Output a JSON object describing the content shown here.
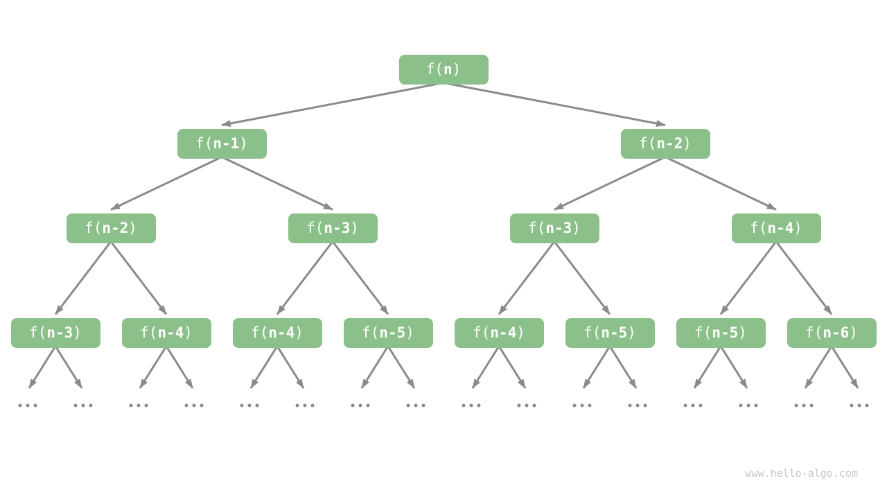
{
  "diagram": {
    "type": "recursion-tree",
    "node_labels_by_level": [
      [
        "f(n)"
      ],
      [
        "f(n-1)",
        "f(n-2)"
      ],
      [
        "f(n-2)",
        "f(n-3)",
        "f(n-3)",
        "f(n-4)"
      ],
      [
        "f(n-3)",
        "f(n-4)",
        "f(n-4)",
        "f(n-5)",
        "f(n-4)",
        "f(n-5)",
        "f(n-5)",
        "f(n-6)"
      ]
    ],
    "leaf_ellipsis": "...",
    "colors": {
      "node_fill": "#8cc08a",
      "node_text": "#ffffff",
      "arrow": "#8a8a8a",
      "watermark_text": "#c6c6c6"
    }
  },
  "watermark": {
    "text": "www.hello-algo.com"
  }
}
